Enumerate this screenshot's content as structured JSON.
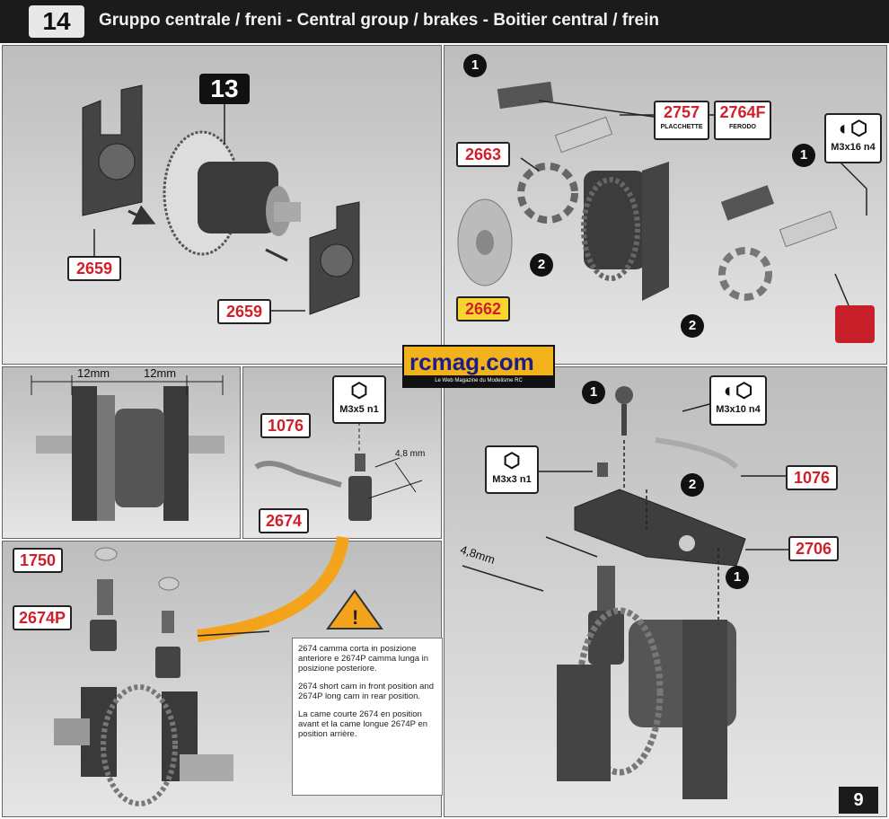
{
  "header": {
    "step": "14",
    "title": "Gruppo centrale / freni - Central group / brakes - Boitier central / frein"
  },
  "panel1": {
    "step_ref": "13",
    "refs": [
      "2659",
      "2659"
    ]
  },
  "panel2": {
    "ref_2757": "2757",
    "ref_2757_sub": "PLACCHETTE",
    "ref_2764F": "2764F",
    "ref_2764F_sub": "FERODO",
    "ref_2663": "2663",
    "ref_2662": "2662",
    "screw": "M3x16 n4",
    "steps": [
      "1",
      "1",
      "2",
      "2"
    ]
  },
  "panel3": {
    "dim_left": "12mm",
    "dim_right": "12mm"
  },
  "panel4": {
    "ref_1076": "1076",
    "ref_2674": "2674",
    "screw": "M3x5 n1",
    "dim": "4,8 mm"
  },
  "panel5": {
    "ref_1750": "1750",
    "ref_2674P": "2674P"
  },
  "panel6": {
    "screw_top": "M3x10 n4",
    "screw_small": "M3x3 n1",
    "ref_1076": "1076",
    "ref_2706": "2706",
    "dim": "4,8mm",
    "steps": [
      "1",
      "2",
      "1"
    ]
  },
  "note": {
    "it": "2674 camma corta in posizione anteriore e 2674P camma lunga in posizione posteriore.",
    "en": "2674  short cam in front position and 2674P long cam in rear position.",
    "fr": "La came courte 2674  en position avant et la came longue 2674P en position arrière."
  },
  "logo": {
    "brand": "rcmag.com",
    "tagline": "Le Web Magazine du Modelisme RC"
  },
  "page_number": "9",
  "colors": {
    "header": "#1b1b1b",
    "ref_red": "#d0202a",
    "ref_yellow": "#f6d530",
    "panel_bg": "#cfcfcf"
  }
}
